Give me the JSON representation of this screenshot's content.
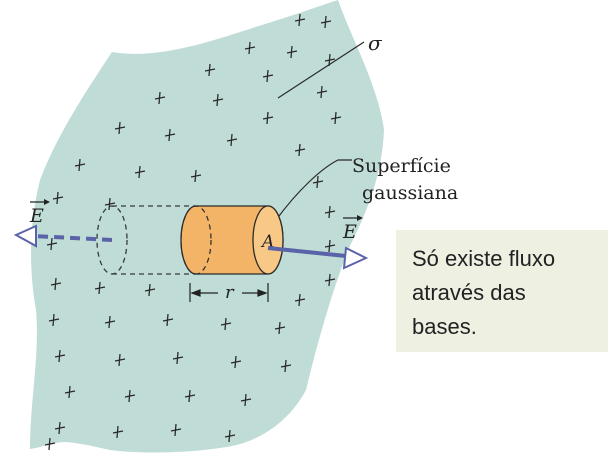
{
  "labels": {
    "sigma": "σ",
    "surface_line1": "Superfície",
    "surface_line2": "gaussiana",
    "field_left": "E",
    "field_right": "E",
    "area": "A",
    "radius": "r"
  },
  "callout": {
    "line1": "Só existe fluxo",
    "line2": "através das",
    "line3": "bases."
  },
  "colors": {
    "sheet": "#bfdcd6",
    "cylinder": "#f3b467",
    "arrow": "#5a62a8",
    "callout_bg": "#eef0e2"
  }
}
